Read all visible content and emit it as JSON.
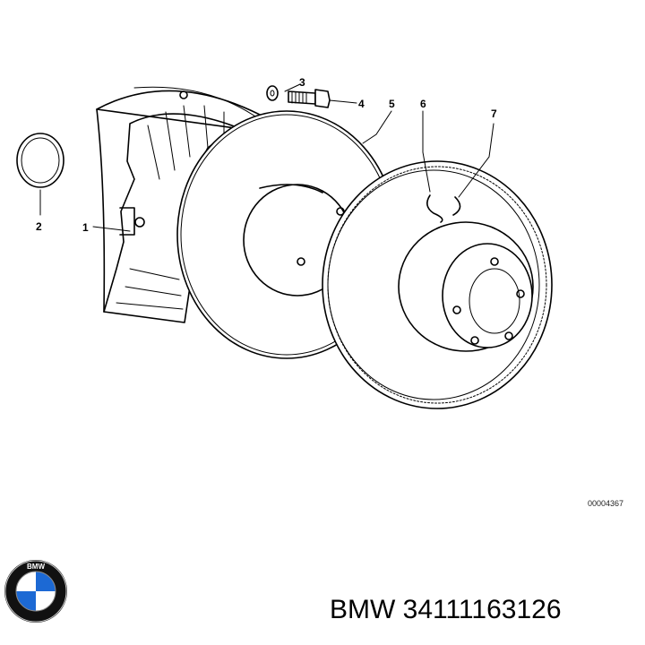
{
  "diagram": {
    "callouts": [
      {
        "number": "1"
      },
      {
        "number": "2"
      },
      {
        "number": "3"
      },
      {
        "number": "4"
      },
      {
        "number": "5"
      },
      {
        "number": "6"
      },
      {
        "number": "7"
      }
    ],
    "reference_code": "00004367"
  },
  "logo": {
    "text": "BMW",
    "colors": {
      "ring": "#111111",
      "blue": "#1c69d4",
      "white": "#ffffff"
    }
  },
  "caption": "BMW 34111163126"
}
